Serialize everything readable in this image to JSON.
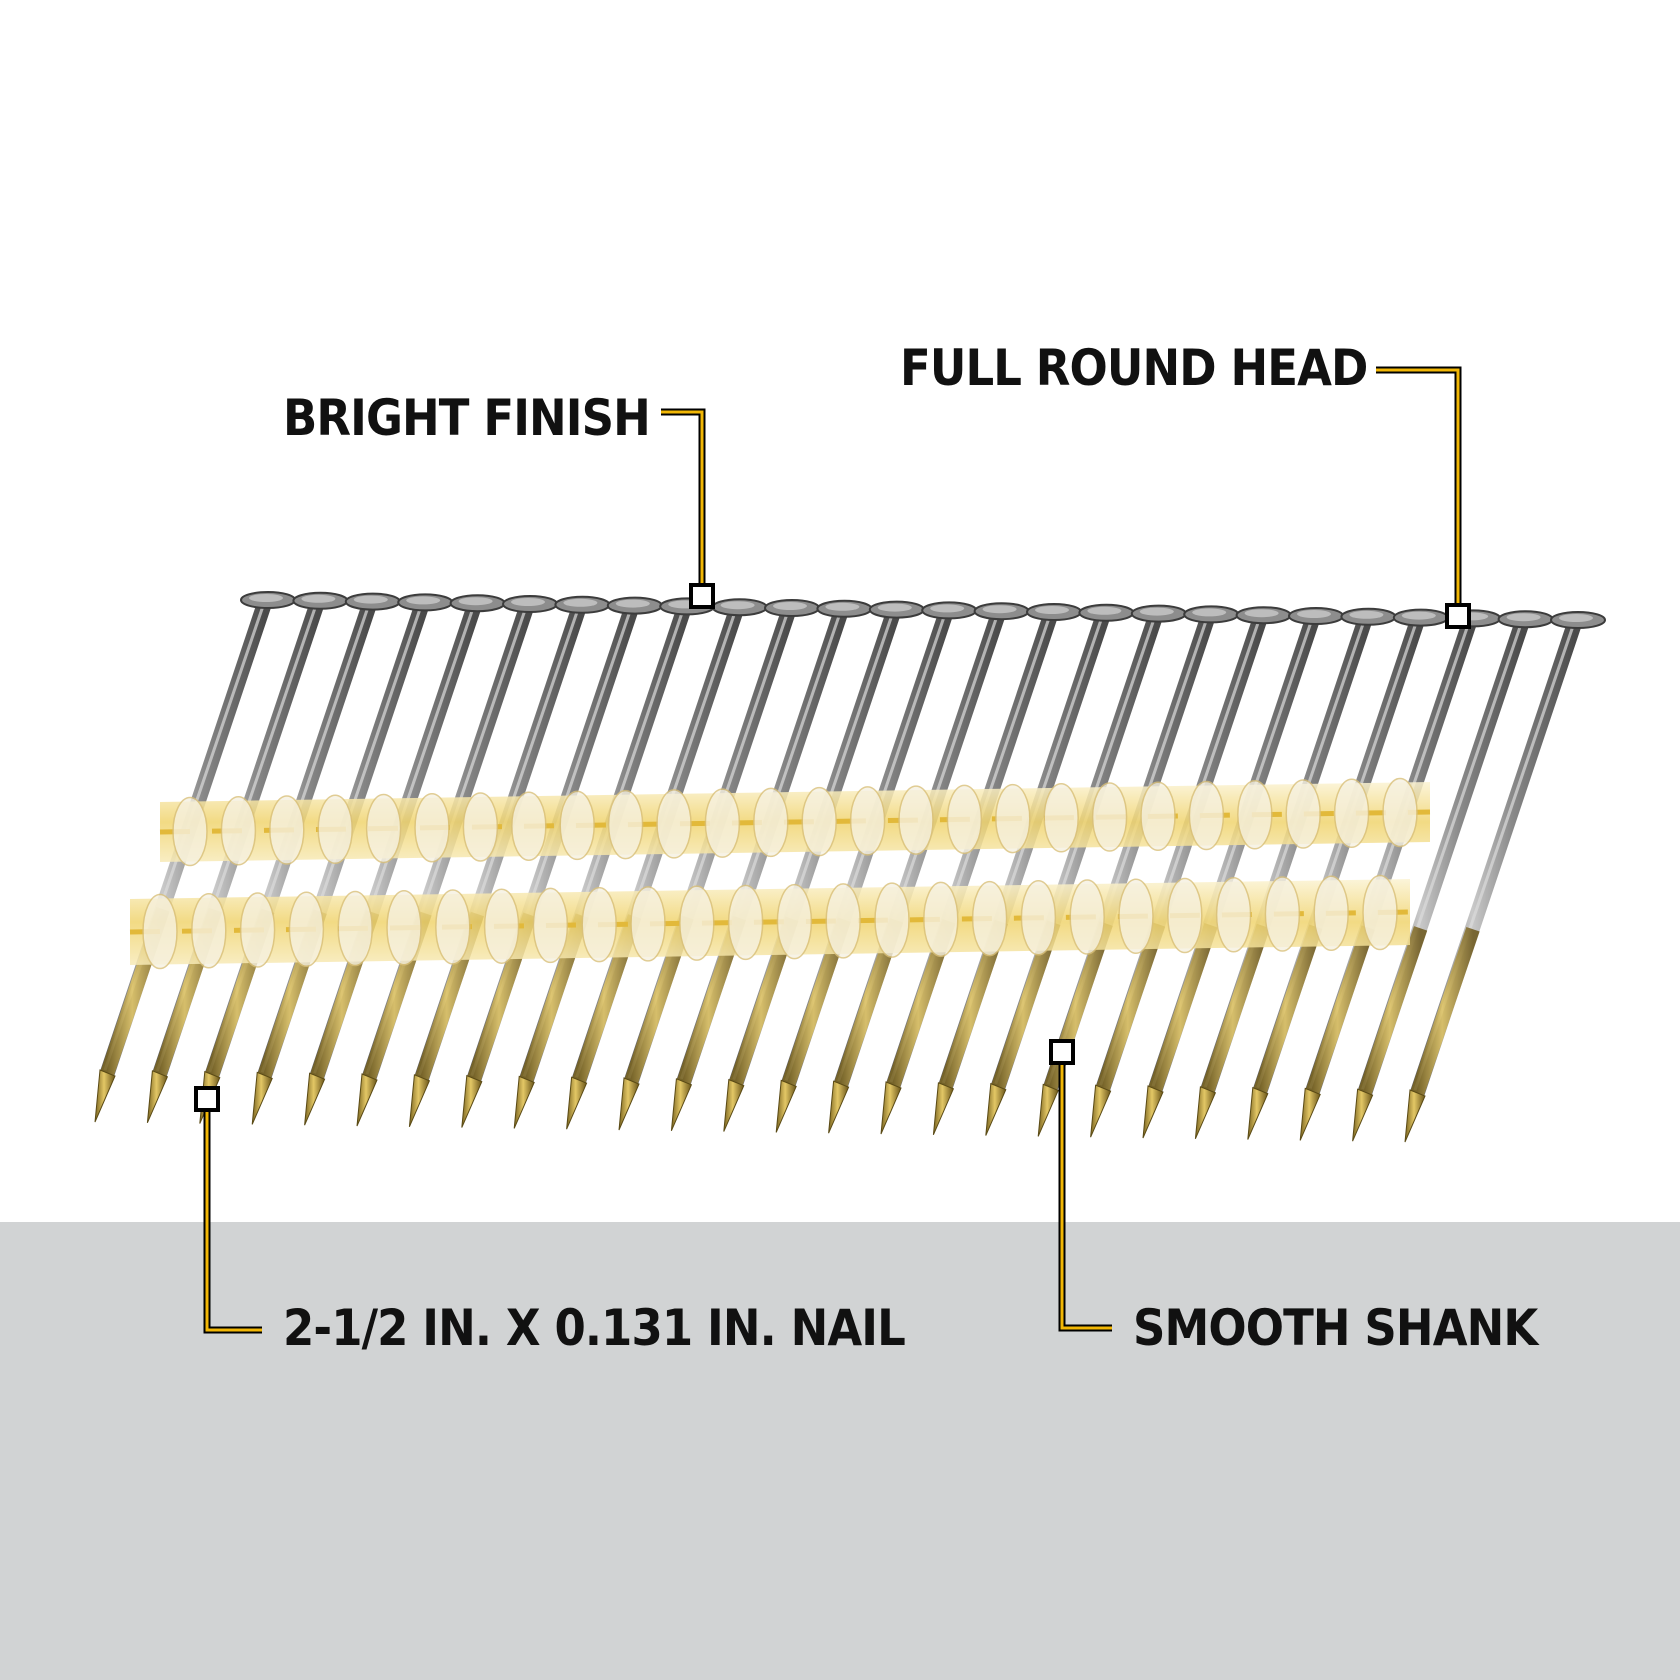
{
  "callouts": {
    "bright_finish": "BRIGHT FINISH",
    "full_round_head": "FULL ROUND HEAD",
    "nail_size": "2-1/2 IN. X 0.131 IN. NAIL",
    "smooth_shank": "SMOOTH SHANK"
  },
  "colors": {
    "leader_line": "#f2b705",
    "leader_outline": "#000000",
    "background_bottom": "#d1d3d4",
    "collation_strip": "#f1d773",
    "nail_shank": "#9a9a9a",
    "nail_tip": "#c2a13e"
  },
  "nail_strip": {
    "nail_count": 26
  }
}
